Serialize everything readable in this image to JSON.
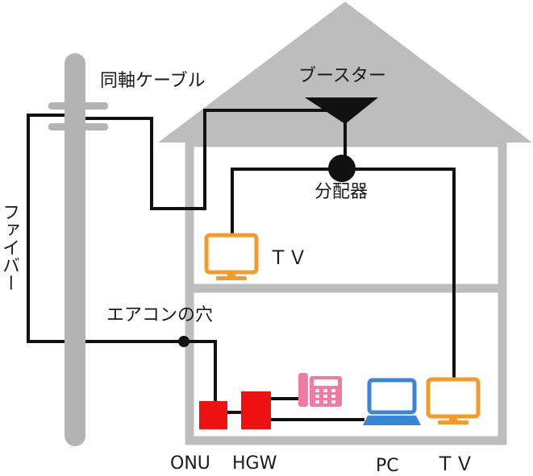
{
  "labels": {
    "coax": "同軸ケーブル",
    "booster": "ブースター",
    "splitter": "分配器",
    "tv_upper": "ＴＶ",
    "fiber": "ファイバー",
    "aircon_hole": "エアコンの穴",
    "onu": "ONU",
    "hgw": "HGW",
    "pc": "PC",
    "tv_lower": "ＴＶ"
  },
  "colors": {
    "house": "#bdbdbd",
    "pole": "#b3b3b3",
    "wire": "#111111",
    "tv": "#f39a2b",
    "pc": "#3a86d6",
    "device_red": "#ee1111",
    "phone": "#f07aa0"
  }
}
